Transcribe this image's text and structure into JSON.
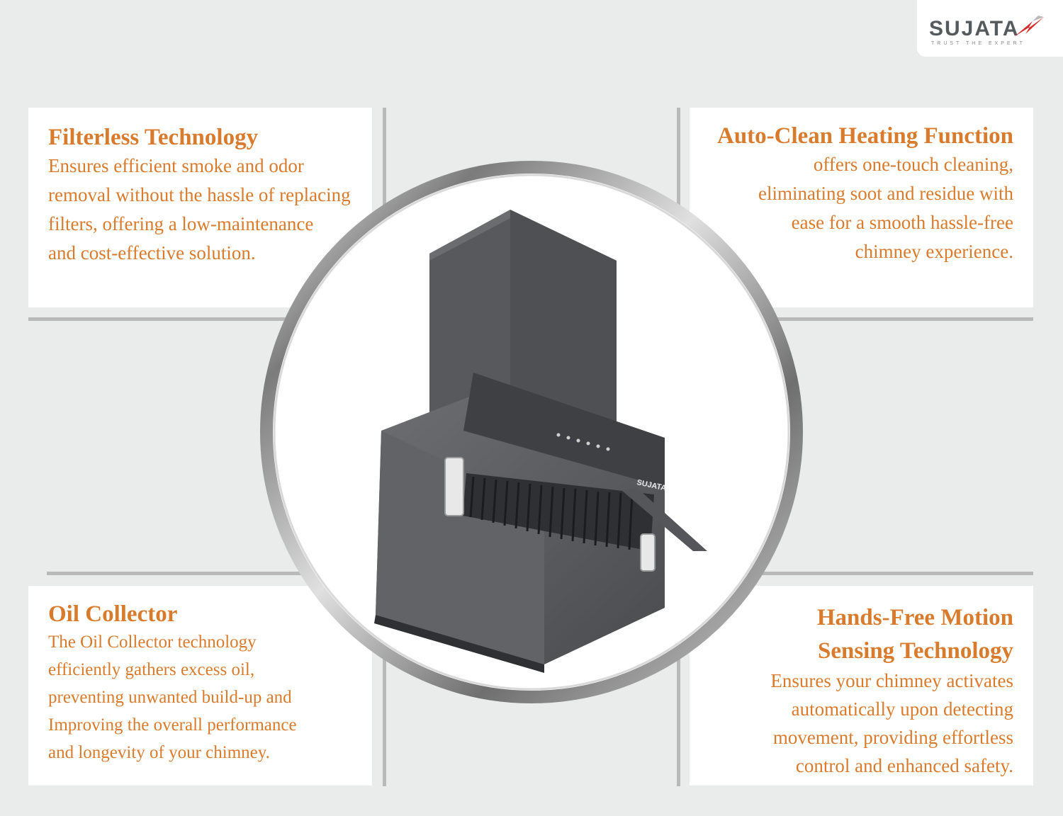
{
  "brand": {
    "name": "SUJATA",
    "tagline": "TRUST THE EXPERT",
    "accent_color": "#d97b2c",
    "logo_color": "#555a5e",
    "mark_color": "#d62b2b"
  },
  "features": {
    "top_left": {
      "title": "Filterless Technology",
      "body": "Ensures efficient smoke and odor\nremoval without the hassle of replacing\nfilters, offering a low-maintenance\n and cost-effective solution."
    },
    "top_right": {
      "title": "Auto-Clean Heating Function",
      "body": "offers one-touch cleaning,\neliminating soot and residue with\nease for a smooth hassle-free\nchimney experience."
    },
    "bottom_left": {
      "title": "Oil Collector",
      "body": "The Oil Collector technology\nefficiently gathers excess oil,\npreventing unwanted build-up and\nImproving the overall  performance\nand longevity of your chimney."
    },
    "bottom_right": {
      "title_line1": "Hands-Free Motion",
      "title_line2": "Sensing Technology",
      "body": "Ensures your chimney activates\nautomatically upon detecting\nmovement, providing effortless\ncontrol and enhanced safety."
    }
  },
  "product": {
    "label": "SUJATA",
    "icon": "kitchen-chimney-hood-image",
    "body_color": "#5c5d60"
  }
}
